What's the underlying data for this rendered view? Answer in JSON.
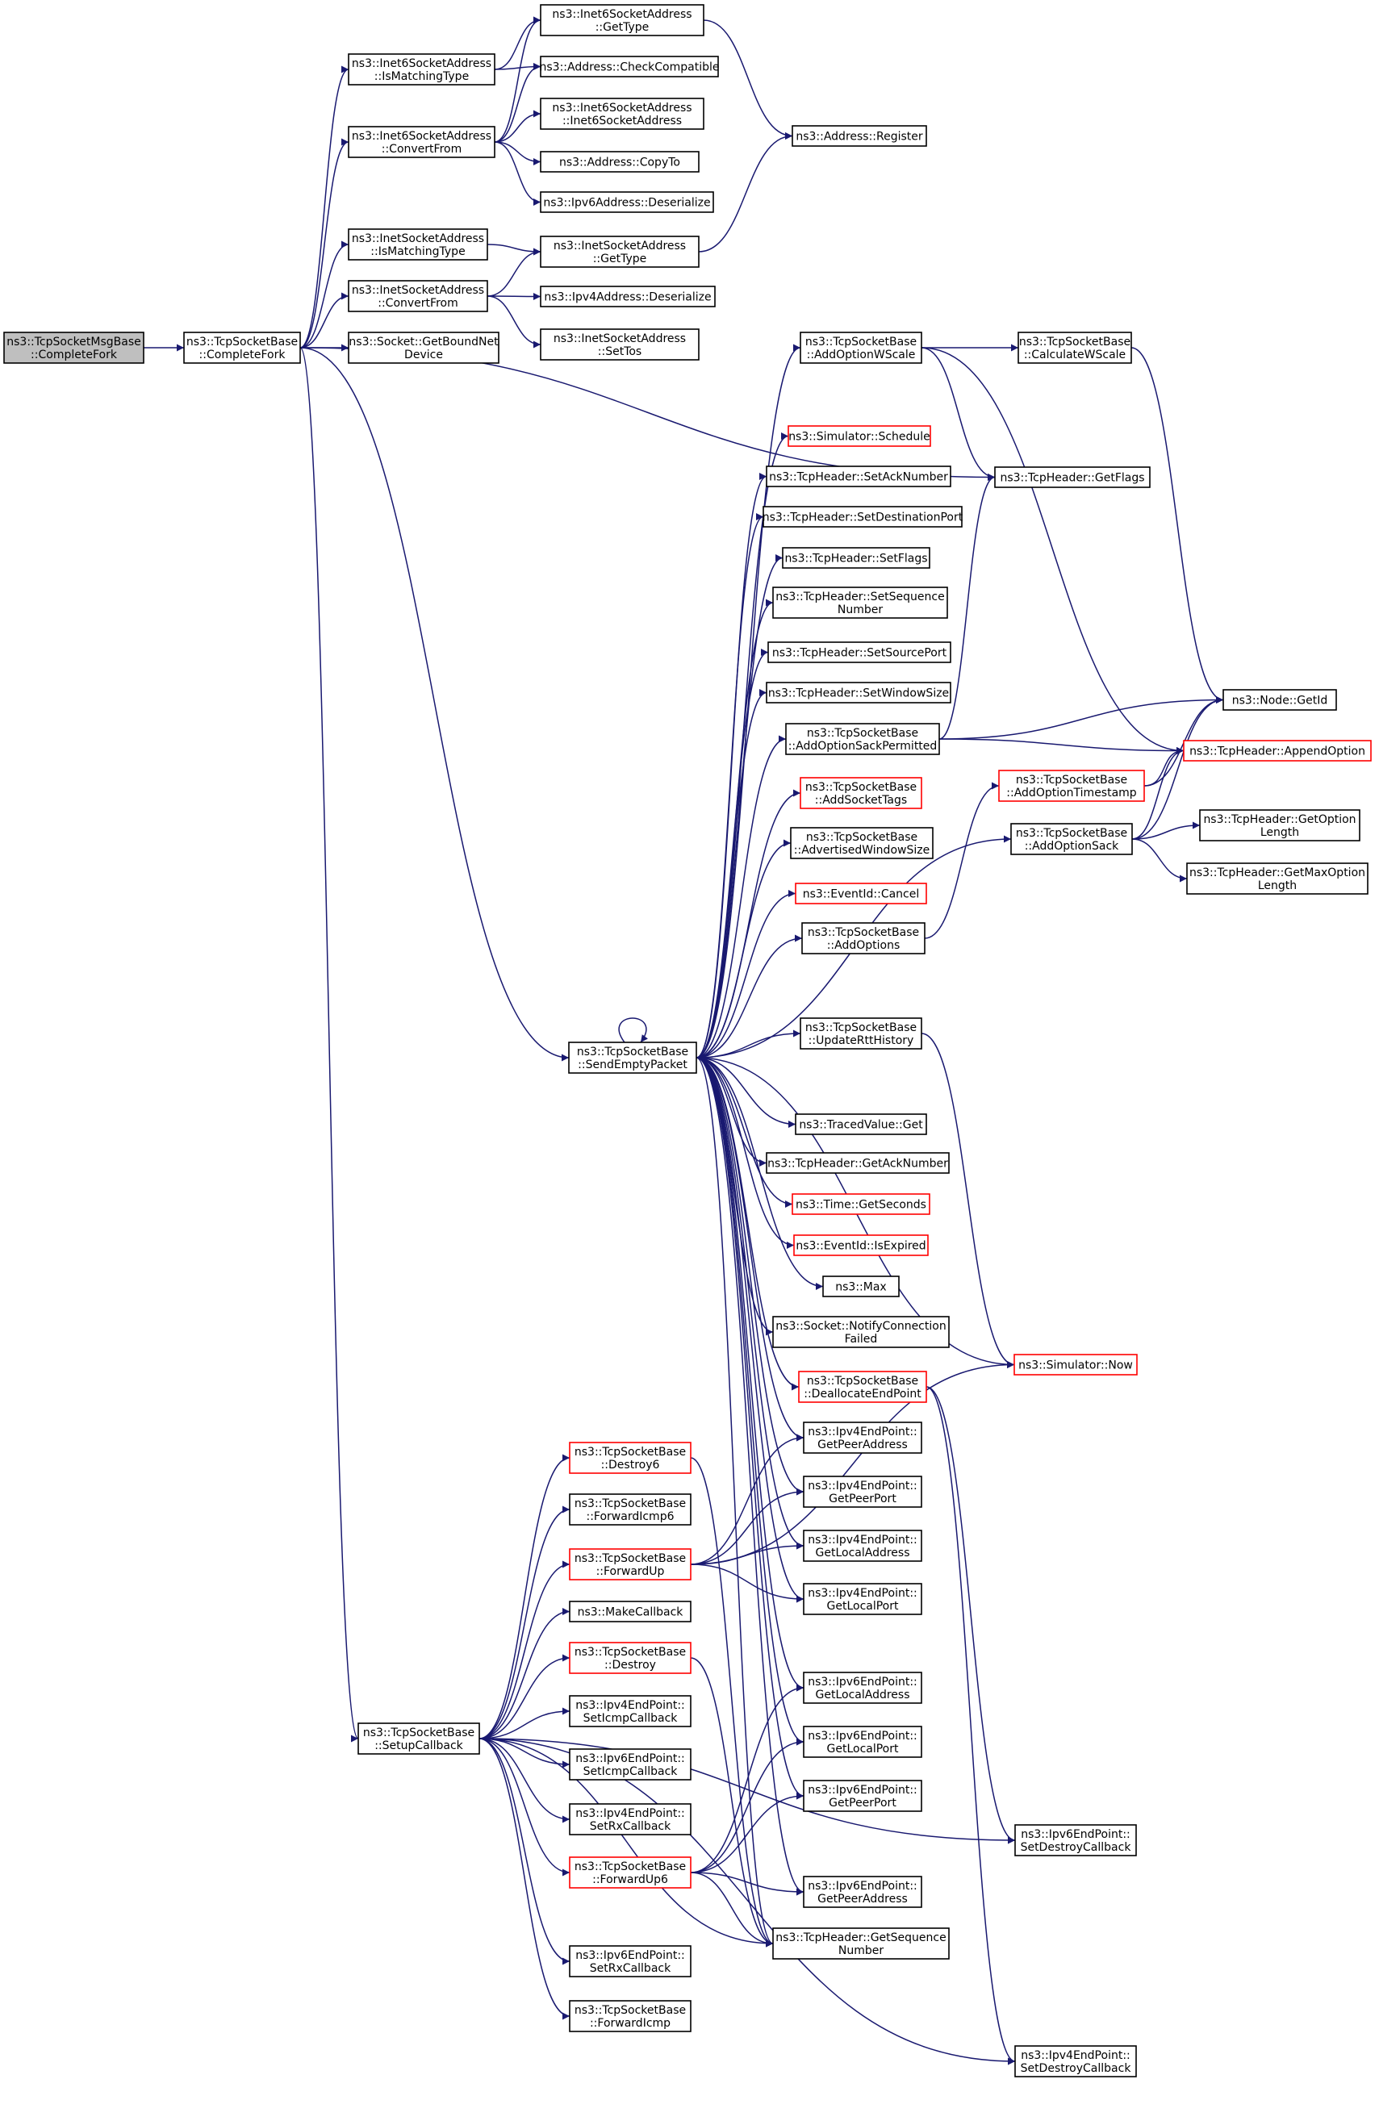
{
  "colors": {
    "edge": "#191970",
    "border_default": "#000000",
    "border_red": "#ff0000",
    "fill_default": "#ffffff",
    "fill_root": "#bfbfbf"
  },
  "nodes": [
    {
      "id": "tcpmsg_completefork",
      "lines": [
        "ns3::TcpSocketMsgBase",
        "::CompleteFork"
      ],
      "style": "root"
    },
    {
      "id": "completefork",
      "lines": [
        "ns3::TcpSocketBase",
        "::CompleteFork"
      ],
      "style": "normal"
    },
    {
      "id": "i6_ismatching",
      "lines": [
        "ns3::Inet6SocketAddress",
        "::IsMatchingType"
      ],
      "style": "normal"
    },
    {
      "id": "i6_convertfrom",
      "lines": [
        "ns3::Inet6SocketAddress",
        "::ConvertFrom"
      ],
      "style": "normal"
    },
    {
      "id": "i4_ismatching",
      "lines": [
        "ns3::InetSocketAddress",
        "::IsMatchingType"
      ],
      "style": "normal"
    },
    {
      "id": "i4_convertfrom",
      "lines": [
        "ns3::InetSocketAddress",
        "::ConvertFrom"
      ],
      "style": "normal"
    },
    {
      "id": "getboundnetdevice",
      "lines": [
        "ns3::Socket::GetBoundNet",
        "Device"
      ],
      "style": "normal"
    },
    {
      "id": "i6_gettype",
      "lines": [
        "ns3::Inet6SocketAddress",
        "::GetType"
      ],
      "style": "normal"
    },
    {
      "id": "checkcompatible",
      "lines": [
        "ns3::Address::CheckCompatible"
      ],
      "style": "normal"
    },
    {
      "id": "i6_ctor",
      "lines": [
        "ns3::Inet6SocketAddress",
        "::Inet6SocketAddress"
      ],
      "style": "normal"
    },
    {
      "id": "copyto",
      "lines": [
        "ns3::Address::CopyTo"
      ],
      "style": "normal"
    },
    {
      "id": "ipv6_deserialize",
      "lines": [
        "ns3::Ipv6Address::Deserialize"
      ],
      "style": "normal"
    },
    {
      "id": "i4_gettype",
      "lines": [
        "ns3::InetSocketAddress",
        "::GetType"
      ],
      "style": "normal"
    },
    {
      "id": "ipv4_deserialize",
      "lines": [
        "ns3::Ipv4Address::Deserialize"
      ],
      "style": "normal"
    },
    {
      "id": "i4_settos",
      "lines": [
        "ns3::InetSocketAddress",
        "::SetTos"
      ],
      "style": "normal"
    },
    {
      "id": "addr_register",
      "lines": [
        "ns3::Address::Register"
      ],
      "style": "normal"
    },
    {
      "id": "addoptionwscale",
      "lines": [
        "ns3::TcpSocketBase",
        "::AddOptionWScale"
      ],
      "style": "normal"
    },
    {
      "id": "calcwscale",
      "lines": [
        "ns3::TcpSocketBase",
        "::CalculateWScale"
      ],
      "style": "normal"
    },
    {
      "id": "sim_schedule",
      "lines": [
        "ns3::Simulator::Schedule"
      ],
      "style": "red"
    },
    {
      "id": "getflags",
      "lines": [
        "ns3::TcpHeader::GetFlags"
      ],
      "style": "normal"
    },
    {
      "id": "setacknumber",
      "lines": [
        "ns3::TcpHeader::SetAckNumber"
      ],
      "style": "normal"
    },
    {
      "id": "setdestport",
      "lines": [
        "ns3::TcpHeader::SetDestinationPort"
      ],
      "style": "normal"
    },
    {
      "id": "setflags",
      "lines": [
        "ns3::TcpHeader::SetFlags"
      ],
      "style": "normal"
    },
    {
      "id": "setsequence",
      "lines": [
        "ns3::TcpHeader::SetSequence",
        "Number"
      ],
      "style": "normal"
    },
    {
      "id": "setsourceport",
      "lines": [
        "ns3::TcpHeader::SetSourcePort"
      ],
      "style": "normal"
    },
    {
      "id": "setwindowsize",
      "lines": [
        "ns3::TcpHeader::SetWindowSize"
      ],
      "style": "normal"
    },
    {
      "id": "addoptsackperm",
      "lines": [
        "ns3::TcpSocketBase",
        "::AddOptionSackPermitted"
      ],
      "style": "normal"
    },
    {
      "id": "node_getid",
      "lines": [
        "ns3::Node::GetId"
      ],
      "style": "normal"
    },
    {
      "id": "appendoption",
      "lines": [
        "ns3::TcpHeader::AppendOption"
      ],
      "style": "red"
    },
    {
      "id": "addsockettags",
      "lines": [
        "ns3::TcpSocketBase",
        "::AddSocketTags"
      ],
      "style": "red"
    },
    {
      "id": "addopttimestamp",
      "lines": [
        "ns3::TcpSocketBase",
        "::AddOptionTimestamp"
      ],
      "style": "red"
    },
    {
      "id": "advwindowsize",
      "lines": [
        "ns3::TcpSocketBase",
        "::AdvertisedWindowSize"
      ],
      "style": "normal"
    },
    {
      "id": "addoptionsack",
      "lines": [
        "ns3::TcpSocketBase",
        "::AddOptionSack"
      ],
      "style": "normal"
    },
    {
      "id": "getoptionlength",
      "lines": [
        "ns3::TcpHeader::GetOption",
        "Length"
      ],
      "style": "normal"
    },
    {
      "id": "getmaxoptionlength",
      "lines": [
        "ns3::TcpHeader::GetMaxOption",
        "Length"
      ],
      "style": "normal"
    },
    {
      "id": "eventid_cancel",
      "lines": [
        "ns3::EventId::Cancel"
      ],
      "style": "red"
    },
    {
      "id": "addoptions",
      "lines": [
        "ns3::TcpSocketBase",
        "::AddOptions"
      ],
      "style": "normal"
    },
    {
      "id": "sendemptypacket",
      "lines": [
        "ns3::TcpSocketBase",
        "::SendEmptyPacket"
      ],
      "style": "normal"
    },
    {
      "id": "updatertthistory",
      "lines": [
        "ns3::TcpSocketBase",
        "::UpdateRttHistory"
      ],
      "style": "normal"
    },
    {
      "id": "tracedvalue_get",
      "lines": [
        "ns3::TracedValue::Get"
      ],
      "style": "normal"
    },
    {
      "id": "getacknumber",
      "lines": [
        "ns3::TcpHeader::GetAckNumber"
      ],
      "style": "normal"
    },
    {
      "id": "time_getseconds",
      "lines": [
        "ns3::Time::GetSeconds"
      ],
      "style": "red"
    },
    {
      "id": "eventid_isexpired",
      "lines": [
        "ns3::EventId::IsExpired"
      ],
      "style": "red"
    },
    {
      "id": "ns3_max",
      "lines": [
        "ns3::Max"
      ],
      "style": "normal"
    },
    {
      "id": "notifyconnfailed",
      "lines": [
        "ns3::Socket::NotifyConnection",
        "Failed"
      ],
      "style": "normal"
    },
    {
      "id": "deallocendpoint",
      "lines": [
        "ns3::TcpSocketBase",
        "::DeallocateEndPoint"
      ],
      "style": "red"
    },
    {
      "id": "sim_now",
      "lines": [
        "ns3::Simulator::Now"
      ],
      "style": "red"
    },
    {
      "id": "ipv4_getpeeraddr",
      "lines": [
        "ns3::Ipv4EndPoint::",
        "GetPeerAddress"
      ],
      "style": "normal"
    },
    {
      "id": "ipv4_getpeerport",
      "lines": [
        "ns3::Ipv4EndPoint::",
        "GetPeerPort"
      ],
      "style": "normal"
    },
    {
      "id": "ipv4_getlocaladdr",
      "lines": [
        "ns3::Ipv4EndPoint::",
        "GetLocalAddress"
      ],
      "style": "normal"
    },
    {
      "id": "ipv4_getlocalport",
      "lines": [
        "ns3::Ipv4EndPoint::",
        "GetLocalPort"
      ],
      "style": "normal"
    },
    {
      "id": "destroy6",
      "lines": [
        "ns3::TcpSocketBase",
        "::Destroy6"
      ],
      "style": "red"
    },
    {
      "id": "forwardicmp6",
      "lines": [
        "ns3::TcpSocketBase",
        "::ForwardIcmp6"
      ],
      "style": "normal"
    },
    {
      "id": "forwardup",
      "lines": [
        "ns3::TcpSocketBase",
        "::ForwardUp"
      ],
      "style": "red"
    },
    {
      "id": "makecallback",
      "lines": [
        "ns3::MakeCallback"
      ],
      "style": "normal"
    },
    {
      "id": "destroy",
      "lines": [
        "ns3::TcpSocketBase",
        "::Destroy"
      ],
      "style": "red"
    },
    {
      "id": "ipv4_seticmpcb",
      "lines": [
        "ns3::Ipv4EndPoint::",
        "SetIcmpCallback"
      ],
      "style": "normal"
    },
    {
      "id": "ipv6_seticmpcb",
      "lines": [
        "ns3::Ipv6EndPoint::",
        "SetIcmpCallback"
      ],
      "style": "normal"
    },
    {
      "id": "ipv4_setrxcb",
      "lines": [
        "ns3::Ipv4EndPoint::",
        "SetRxCallback"
      ],
      "style": "normal"
    },
    {
      "id": "forwardup6",
      "lines": [
        "ns3::TcpSocketBase",
        "::ForwardUp6"
      ],
      "style": "red"
    },
    {
      "id": "ipv6_setrxcb",
      "lines": [
        "ns3::Ipv6EndPoint::",
        "SetRxCallback"
      ],
      "style": "normal"
    },
    {
      "id": "forwardicmp",
      "lines": [
        "ns3::TcpSocketBase",
        "::ForwardIcmp"
      ],
      "style": "normal"
    },
    {
      "id": "setupcallback",
      "lines": [
        "ns3::TcpSocketBase",
        "::SetupCallback"
      ],
      "style": "normal"
    },
    {
      "id": "ipv6_getlocaladdr",
      "lines": [
        "ns3::Ipv6EndPoint::",
        "GetLocalAddress"
      ],
      "style": "normal"
    },
    {
      "id": "ipv6_getlocalport",
      "lines": [
        "ns3::Ipv6EndPoint::",
        "GetLocalPort"
      ],
      "style": "normal"
    },
    {
      "id": "ipv6_getpeerport",
      "lines": [
        "ns3::Ipv6EndPoint::",
        "GetPeerPort"
      ],
      "style": "normal"
    },
    {
      "id": "ipv6_getpeeraddr",
      "lines": [
        "ns3::Ipv6EndPoint::",
        "GetPeerAddress"
      ],
      "style": "normal"
    },
    {
      "id": "getsequencenumber",
      "lines": [
        "ns3::TcpHeader::GetSequence",
        "Number"
      ],
      "style": "normal"
    },
    {
      "id": "ipv6_setdestroycb",
      "lines": [
        "ns3::Ipv6EndPoint::",
        "SetDestroyCallback"
      ],
      "style": "normal"
    },
    {
      "id": "ipv4_setdestroycb",
      "lines": [
        "ns3::Ipv4EndPoint::",
        "SetDestroyCallback"
      ],
      "style": "normal"
    }
  ],
  "edges": [
    [
      "tcpmsg_completefork",
      "completefork"
    ],
    [
      "completefork",
      "i6_ismatching"
    ],
    [
      "completefork",
      "i6_convertfrom"
    ],
    [
      "completefork",
      "i4_ismatching"
    ],
    [
      "completefork",
      "i4_convertfrom"
    ],
    [
      "completefork",
      "getboundnetdevice"
    ],
    [
      "completefork",
      "getflags"
    ],
    [
      "completefork",
      "sendemptypacket"
    ],
    [
      "completefork",
      "setupcallback"
    ],
    [
      "i6_ismatching",
      "i6_gettype"
    ],
    [
      "i6_ismatching",
      "checkcompatible"
    ],
    [
      "i6_convertfrom",
      "i6_gettype"
    ],
    [
      "i6_convertfrom",
      "checkcompatible"
    ],
    [
      "i6_convertfrom",
      "i6_ctor"
    ],
    [
      "i6_convertfrom",
      "copyto"
    ],
    [
      "i6_convertfrom",
      "ipv6_deserialize"
    ],
    [
      "i6_gettype",
      "addr_register"
    ],
    [
      "i4_ismatching",
      "i4_gettype"
    ],
    [
      "i4_convertfrom",
      "i4_gettype"
    ],
    [
      "i4_convertfrom",
      "ipv4_deserialize"
    ],
    [
      "i4_convertfrom",
      "i4_settos"
    ],
    [
      "i4_gettype",
      "addr_register"
    ],
    [
      "addoptionwscale",
      "calcwscale"
    ],
    [
      "addoptionwscale",
      "getflags"
    ],
    [
      "addoptionwscale",
      "appendoption"
    ],
    [
      "calcwscale",
      "node_getid"
    ],
    [
      "addoptsackperm",
      "getflags"
    ],
    [
      "addoptsackperm",
      "node_getid"
    ],
    [
      "addoptsackperm",
      "appendoption"
    ],
    [
      "addopttimestamp",
      "node_getid"
    ],
    [
      "addopttimestamp",
      "appendoption"
    ],
    [
      "addoptionsack",
      "node_getid"
    ],
    [
      "addoptionsack",
      "appendoption"
    ],
    [
      "addoptionsack",
      "getoptionlength"
    ],
    [
      "addoptionsack",
      "getmaxoptionlength"
    ],
    [
      "addoptions",
      "addopttimestamp"
    ],
    [
      "updatertthistory",
      "sim_now"
    ],
    [
      "deallocendpoint",
      "ipv6_setdestroycb"
    ],
    [
      "deallocendpoint",
      "ipv4_setdestroycb"
    ],
    [
      "sendemptypacket",
      "addoptionwscale"
    ],
    [
      "sendemptypacket",
      "sim_schedule"
    ],
    [
      "sendemptypacket",
      "setacknumber"
    ],
    [
      "sendemptypacket",
      "setdestport"
    ],
    [
      "sendemptypacket",
      "setflags"
    ],
    [
      "sendemptypacket",
      "setsequence"
    ],
    [
      "sendemptypacket",
      "setsourceport"
    ],
    [
      "sendemptypacket",
      "setwindowsize"
    ],
    [
      "sendemptypacket",
      "addoptsackperm"
    ],
    [
      "sendemptypacket",
      "addsockettags"
    ],
    [
      "sendemptypacket",
      "advwindowsize"
    ],
    [
      "sendemptypacket",
      "eventid_cancel"
    ],
    [
      "sendemptypacket",
      "addoptions"
    ],
    [
      "sendemptypacket",
      "addoptionsack"
    ],
    [
      "sendemptypacket",
      "updatertthistory"
    ],
    [
      "sendemptypacket",
      "tracedvalue_get"
    ],
    [
      "sendemptypacket",
      "getacknumber"
    ],
    [
      "sendemptypacket",
      "time_getseconds"
    ],
    [
      "sendemptypacket",
      "eventid_isexpired"
    ],
    [
      "sendemptypacket",
      "ns3_max"
    ],
    [
      "sendemptypacket",
      "notifyconnfailed"
    ],
    [
      "sendemptypacket",
      "deallocendpoint"
    ],
    [
      "sendemptypacket",
      "sim_now"
    ],
    [
      "sendemptypacket",
      "ipv4_getpeeraddr"
    ],
    [
      "sendemptypacket",
      "ipv4_getpeerport"
    ],
    [
      "sendemptypacket",
      "ipv4_getlocaladdr"
    ],
    [
      "sendemptypacket",
      "ipv4_getlocalport"
    ],
    [
      "sendemptypacket",
      "ipv6_getlocaladdr"
    ],
    [
      "sendemptypacket",
      "ipv6_getlocalport"
    ],
    [
      "sendemptypacket",
      "ipv6_getpeerport"
    ],
    [
      "sendemptypacket",
      "ipv6_getpeeraddr"
    ],
    [
      "sendemptypacket",
      "getsequencenumber"
    ],
    [
      "sendemptypacket",
      "sendemptypacket"
    ],
    [
      "setupcallback",
      "destroy6"
    ],
    [
      "setupcallback",
      "forwardicmp6"
    ],
    [
      "setupcallback",
      "forwardup"
    ],
    [
      "setupcallback",
      "makecallback"
    ],
    [
      "setupcallback",
      "destroy"
    ],
    [
      "setupcallback",
      "ipv4_seticmpcb"
    ],
    [
      "setupcallback",
      "ipv6_seticmpcb"
    ],
    [
      "setupcallback",
      "ipv4_setrxcb"
    ],
    [
      "setupcallback",
      "forwardup6"
    ],
    [
      "setupcallback",
      "ipv6_setrxcb"
    ],
    [
      "setupcallback",
      "forwardicmp"
    ],
    [
      "setupcallback",
      "getsequencenumber"
    ],
    [
      "setupcallback",
      "ipv6_setdestroycb"
    ],
    [
      "setupcallback",
      "ipv4_setdestroycb"
    ],
    [
      "destroy6",
      "getsequencenumber"
    ],
    [
      "destroy",
      "getsequencenumber"
    ],
    [
      "forwardup",
      "ipv4_getpeeraddr"
    ],
    [
      "forwardup",
      "ipv4_getpeerport"
    ],
    [
      "forwardup",
      "ipv4_getlocaladdr"
    ],
    [
      "forwardup",
      "ipv4_getlocalport"
    ],
    [
      "forwardup",
      "sim_now"
    ],
    [
      "forwardup6",
      "ipv6_getlocaladdr"
    ],
    [
      "forwardup6",
      "ipv6_getlocalport"
    ],
    [
      "forwardup6",
      "ipv6_getpeerport"
    ],
    [
      "forwardup6",
      "ipv6_getpeeraddr"
    ],
    [
      "forwardup6",
      "getsequencenumber"
    ]
  ]
}
